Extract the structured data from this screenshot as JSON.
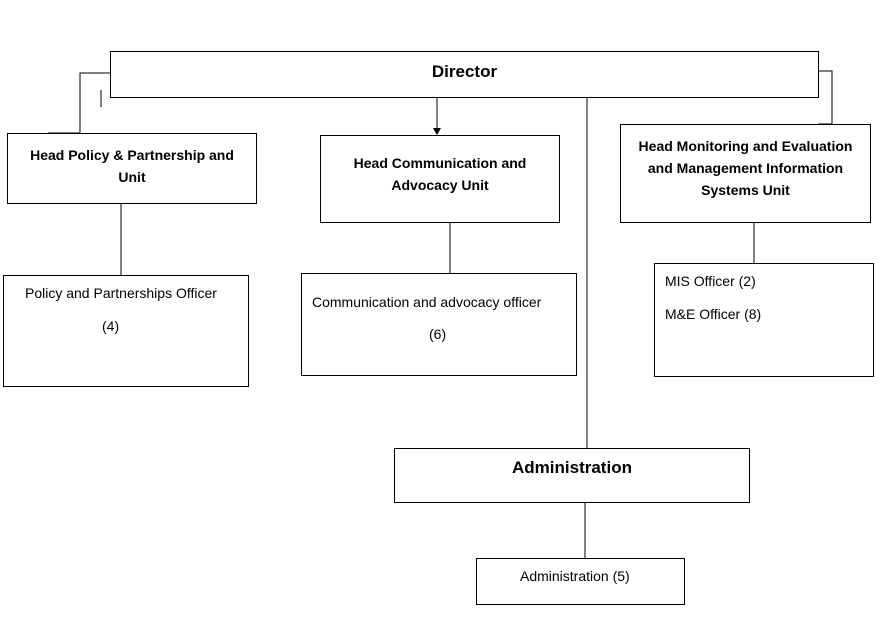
{
  "director": {
    "label": "Director"
  },
  "units": {
    "policy": {
      "head": "Head Policy & Partnership and Unit",
      "officer": "Policy and Partnerships Officer",
      "count": "(4)"
    },
    "communication": {
      "head": "Head Communication and Advocacy Unit",
      "officer": "Communication and advocacy officer",
      "count": "(6)"
    },
    "monitoring": {
      "head": "Head Monitoring and Evaluation and Management Information Systems Unit",
      "officers": [
        "MIS Officer (2)",
        "M&E Officer (8)"
      ]
    },
    "administration": {
      "head": "Administration",
      "staff": "Administration (5)"
    }
  }
}
